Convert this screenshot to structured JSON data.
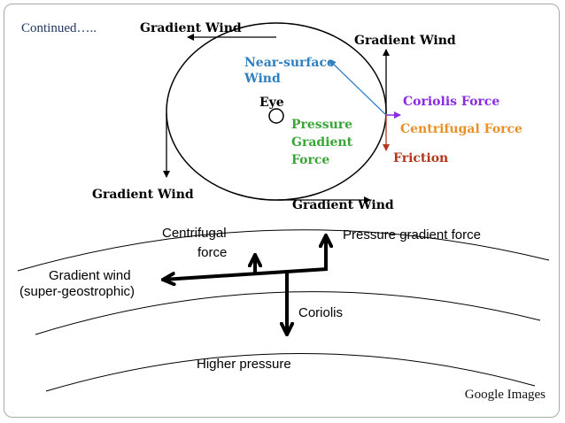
{
  "slide": {
    "title": "Continued…..",
    "source": "Google Images"
  },
  "top_diagram": {
    "gradient_wind_top": "Gradient Wind",
    "gradient_wind_right": "Gradient Wind",
    "gradient_wind_left": "Gradient Wind",
    "gradient_wind_bottom": "Gradient Wind",
    "near_surface_wind_line1": "Near-surface",
    "near_surface_wind_line2": "Wind",
    "eye": "Eye",
    "pgf_line1": "Pressure",
    "pgf_line2": "Gradient",
    "pgf_line3": "Force",
    "coriolis_force": "Coriolis Force",
    "centrifugal_force": "Centrifugal Force",
    "friction": "Friction",
    "colors": {
      "near_surface": "#2f7fc1",
      "pgf": "#3aa635",
      "coriolis": "#8a2be2",
      "centrifugal": "#e8902a",
      "friction": "#b5361c"
    }
  },
  "bottom_diagram": {
    "centrifugal_line1": "Centrifugal",
    "centrifugal_line2": "force",
    "pressure_gradient_force": "Pressure gradient force",
    "gradient_wind_line1": "Gradient wind",
    "gradient_wind_line2": "(super-geostrophic)",
    "coriolis": "Coriolis",
    "higher_pressure": "Higher pressure"
  }
}
